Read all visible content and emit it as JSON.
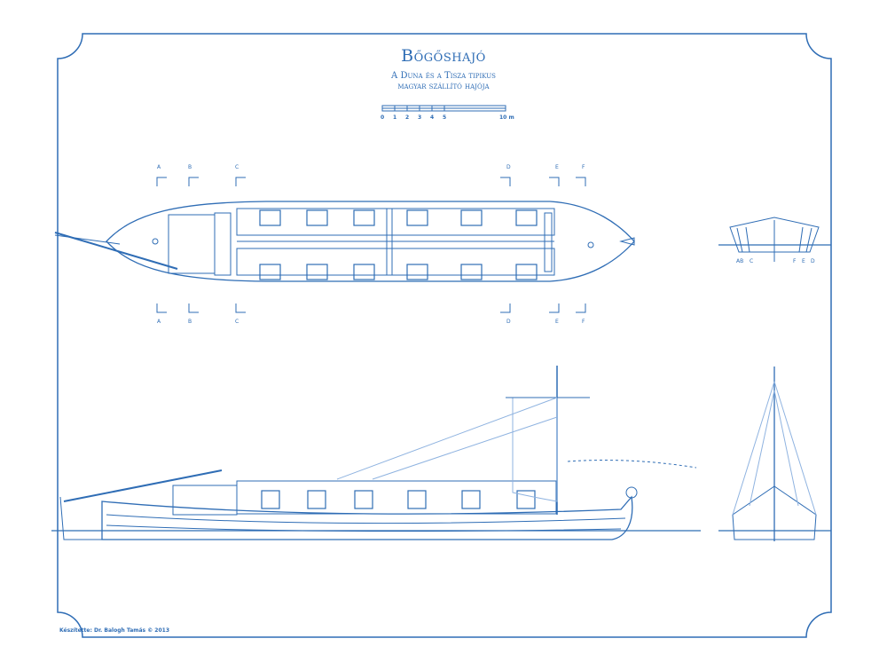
{
  "title": "Bőgőshajó",
  "subtitle": [
    "A Duna és a Tisza tipikus",
    "magyar szállító hajója"
  ],
  "scale": {
    "labels": [
      "0",
      "1",
      "2",
      "3",
      "4",
      "5",
      "10 m"
    ]
  },
  "sections": {
    "plan_top": [
      "A",
      "B",
      "C",
      "D",
      "E",
      "F"
    ],
    "plan_bottom": [
      "A",
      "B",
      "C",
      "D",
      "E",
      "F"
    ],
    "profile": [
      "AB",
      "C",
      "F",
      "E",
      "D"
    ]
  },
  "credit": "Készítette: Dr. Balogh Tamás © 2013",
  "colors": {
    "line": "#2f6db5",
    "light": "#8fb3e0"
  }
}
